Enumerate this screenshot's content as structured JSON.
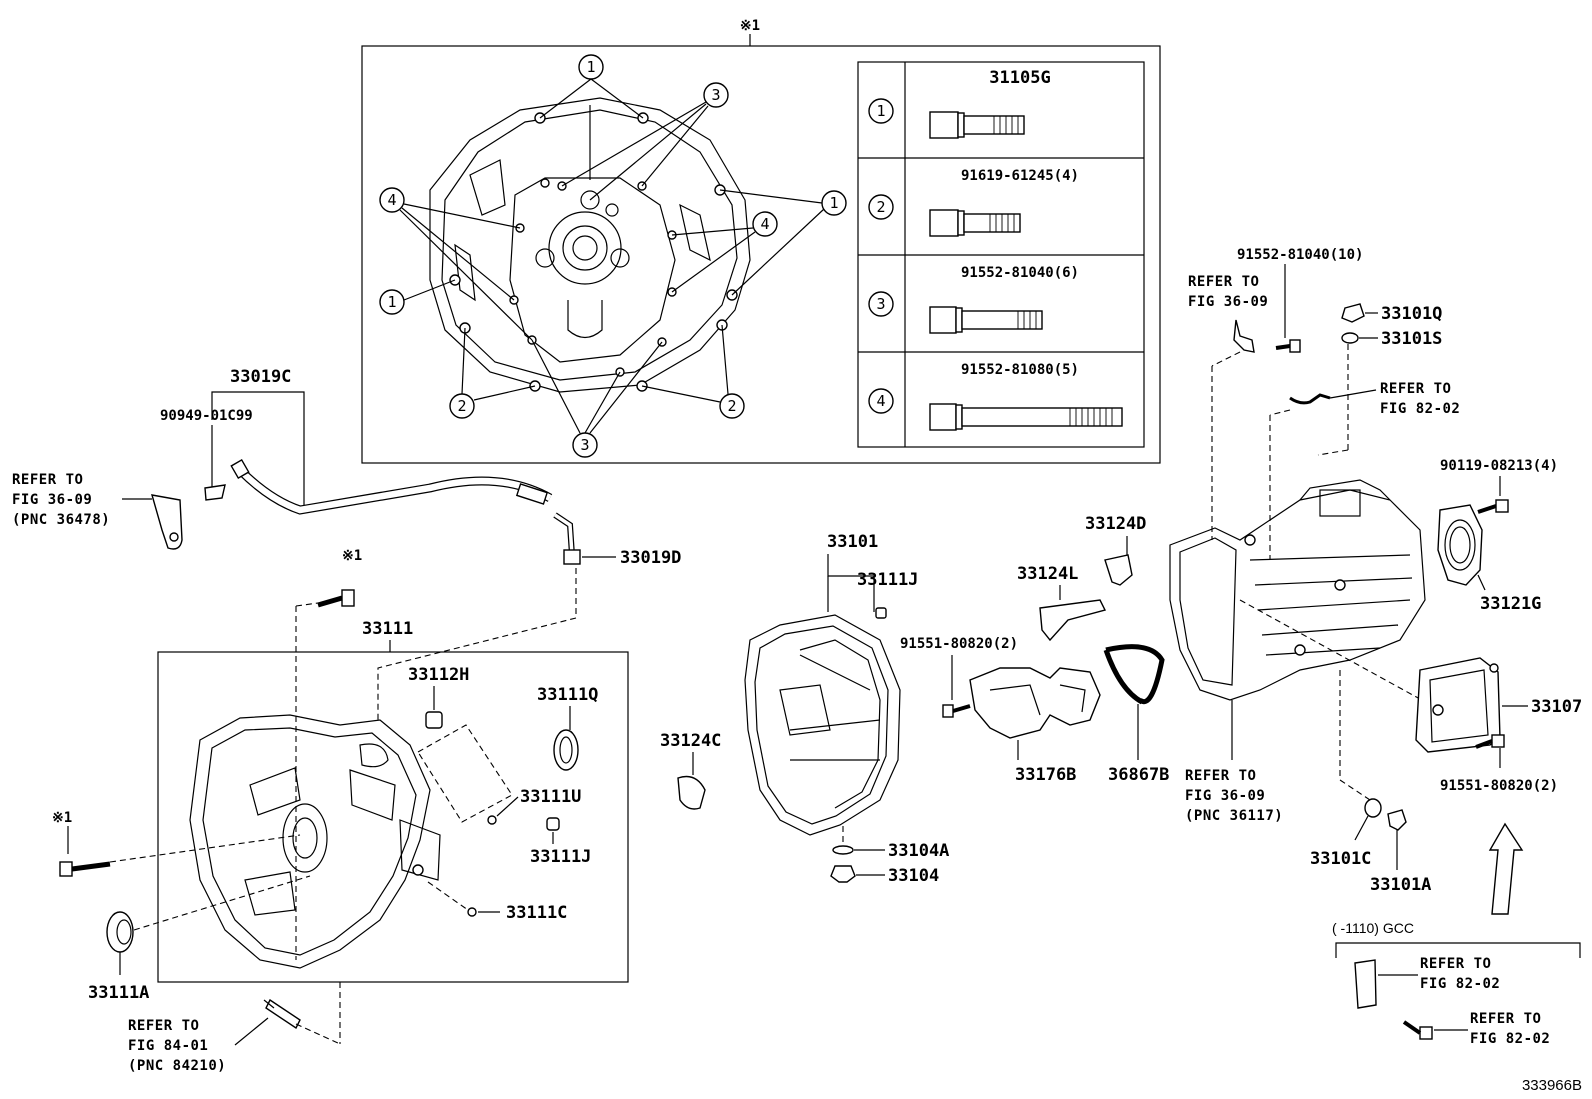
{
  "diagram": {
    "note_mark": "※1",
    "bolt_table": [
      {
        "num": "1",
        "part": "31105G"
      },
      {
        "num": "2",
        "part": "91619-61245(4)"
      },
      {
        "num": "3",
        "part": "91552-81040(6)"
      },
      {
        "num": "4",
        "part": "91552-81080(5)"
      }
    ],
    "callouts": {
      "c_1": "1",
      "c_2": "2",
      "c_3": "3",
      "c_4": "4"
    },
    "parts": {
      "p33019C": "33019C",
      "p90949": "90949-01C99",
      "p33019D": "33019D",
      "p33111": "33111",
      "p33112H": "33112H",
      "p33111Q": "33111Q",
      "p33111U": "33111U",
      "p33111J_a": "33111J",
      "p33111C": "33111C",
      "p33111A": "33111A",
      "p33101": "33101",
      "p33111J_b": "33111J",
      "p33124C": "33124C",
      "p33104A": "33104A",
      "p33104": "33104",
      "p33124D": "33124D",
      "p33124L": "33124L",
      "p91551_a": "91551-80820(2)",
      "p33176B": "33176B",
      "p36867B": "36867B",
      "p91552_10": "91552-81040(10)",
      "p33101Q": "33101Q",
      "p33101S": "33101S",
      "p90119": "90119-08213(4)",
      "p33121G": "33121G",
      "p33107": "33107",
      "p91551_b": "91551-80820(2)",
      "p33101C": "33101C",
      "p33101A": "33101A"
    },
    "refs": {
      "ref_a_1": "REFER TO",
      "ref_a_2": "FIG 36-09",
      "ref_a_3": "(PNC 36478)",
      "ref_b_1": "REFER TO",
      "ref_b_2": "FIG 84-01",
      "ref_b_3": "(PNC 84210)",
      "ref_c_1": "REFER TO",
      "ref_c_2": "FIG 36-09",
      "ref_d_1": "REFER TO",
      "ref_d_2": "FIG 82-02",
      "ref_e_1": "REFER TO",
      "ref_e_2": "FIG 36-09",
      "ref_e_3": "(PNC 36117)",
      "ref_f_1": "REFER TO",
      "ref_f_2": "FIG 82-02",
      "ref_g_1": "REFER TO",
      "ref_g_2": "FIG 82-02"
    },
    "gcc_label": "(      -1110) GCC",
    "figure_id": "333966B"
  }
}
